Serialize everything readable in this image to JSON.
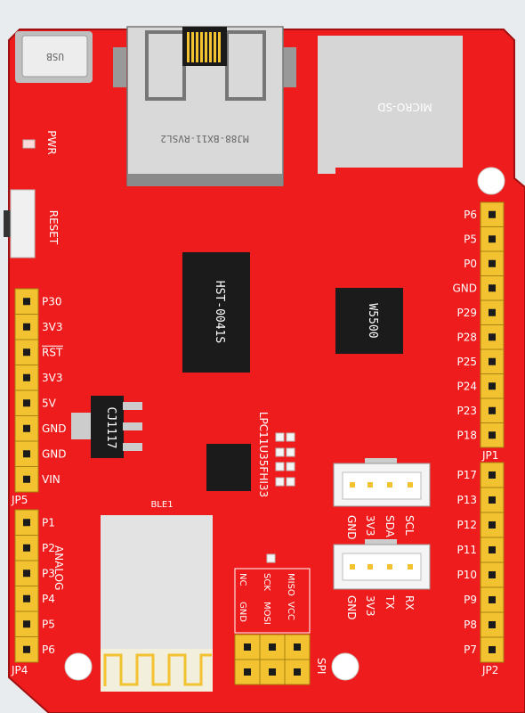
{
  "board": {
    "usb": "USB",
    "ethernet": "MJ88-BX11-RVSL2",
    "sd": "MICRO-SD",
    "pwr": "PWR",
    "reset": "RESET",
    "chip_main": "HST-0041S",
    "chip_eth": "W5500",
    "regulator": "CJ1117",
    "mcu": "LPC11U35FHI33",
    "ble": "BLE1",
    "analog": "ANALOG",
    "spi": "SPI",
    "jp5": {
      "name": "JP5",
      "pins": [
        "P30",
        "3V3",
        "RST",
        "3V3",
        "5V",
        "GND",
        "GND",
        "VIN"
      ]
    },
    "jp4": {
      "name": "JP4",
      "pins": [
        "P1",
        "P2",
        "P3",
        "P4",
        "P5",
        "P6"
      ]
    },
    "jp1": {
      "name": "JP1",
      "pins": [
        "P6",
        "P5",
        "P0",
        "GND",
        "P29",
        "P28",
        "P25",
        "P24",
        "P23",
        "P18"
      ]
    },
    "jp2": {
      "name": "JP2",
      "pins": [
        "P17",
        "P13",
        "P12",
        "P11",
        "P10",
        "P9",
        "P8",
        "P7"
      ]
    },
    "grove_i2c": [
      "GND",
      "3V3",
      "SDA",
      "SCL"
    ],
    "grove_uart": [
      "GND",
      "3V3",
      "TX",
      "RX"
    ],
    "spi_labels": {
      "nc": "NC",
      "gnd": "GND",
      "sck": "SCK",
      "mosi": "MOSI",
      "miso": "MISO",
      "vcc": "VCC"
    }
  },
  "colors": {
    "board": "#ee1c1c",
    "header": "#f2c230",
    "chip": "#1b1b1b",
    "metal": "#c9c9c9"
  }
}
